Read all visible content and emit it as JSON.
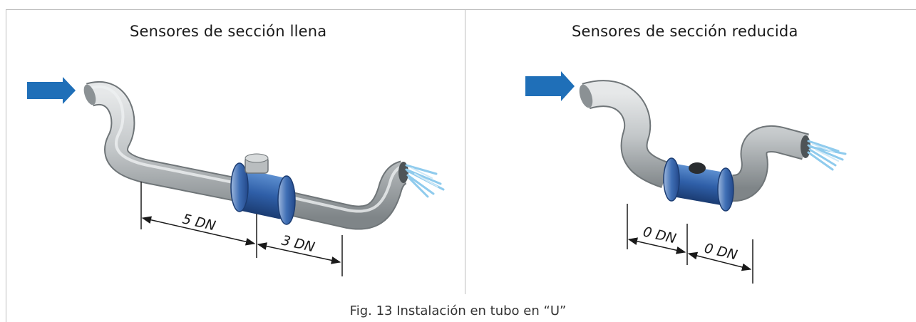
{
  "panels": {
    "left": {
      "title": "Sensores de sección llena",
      "dim1": "5 DN",
      "dim2": "3 DN"
    },
    "right": {
      "title": "Sensores de sección reducida",
      "dim1": "0 DN",
      "dim2": "0 DN"
    }
  },
  "caption": "Fig. 13 Instalación en tubo en “U”",
  "colors": {
    "flow_arrow": "#1f6fb8",
    "pipe": "#b9bdbf",
    "meter_body": "#2f5fa8",
    "water": "#9fd3ef"
  }
}
